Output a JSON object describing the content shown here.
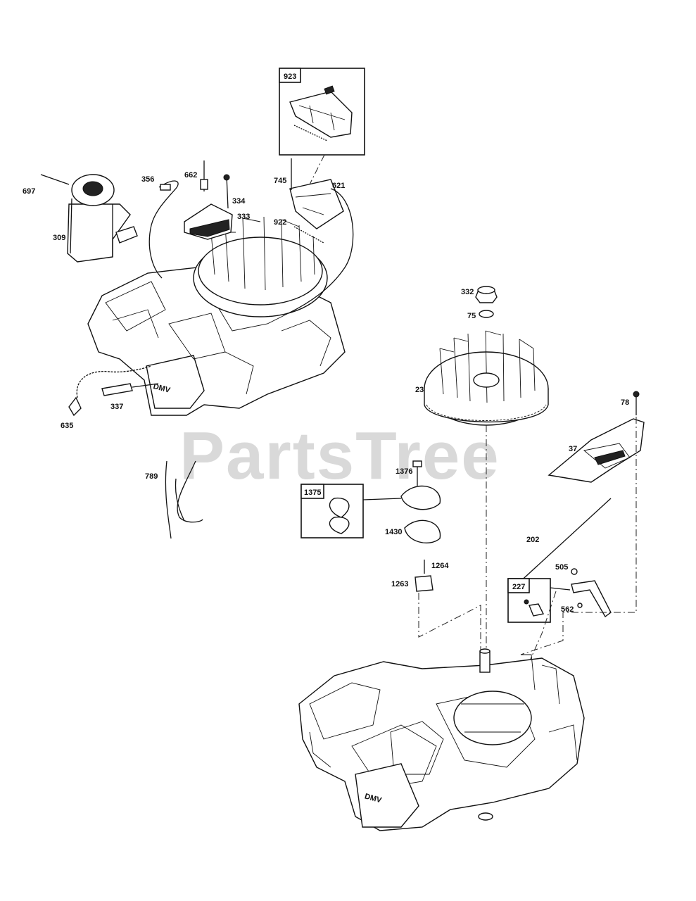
{
  "watermark": "PartsTree",
  "callouts": {
    "c923": "923",
    "c697": "697",
    "c356": "356",
    "c662": "662",
    "c334": "334",
    "c333": "333",
    "c745": "745",
    "c621": "621",
    "c922": "922",
    "c309": "309",
    "c332": "332",
    "c75": "75",
    "c23": "23",
    "c337": "337",
    "c635": "635",
    "c78": "78",
    "c37": "37",
    "c789": "789",
    "c1376": "1376",
    "c1375": "1375",
    "c1430": "1430",
    "c1264": "1264",
    "c1263": "1263",
    "c202": "202",
    "c505": "505",
    "c227": "227",
    "c562": "562"
  },
  "engine_brand_text": "DMV"
}
